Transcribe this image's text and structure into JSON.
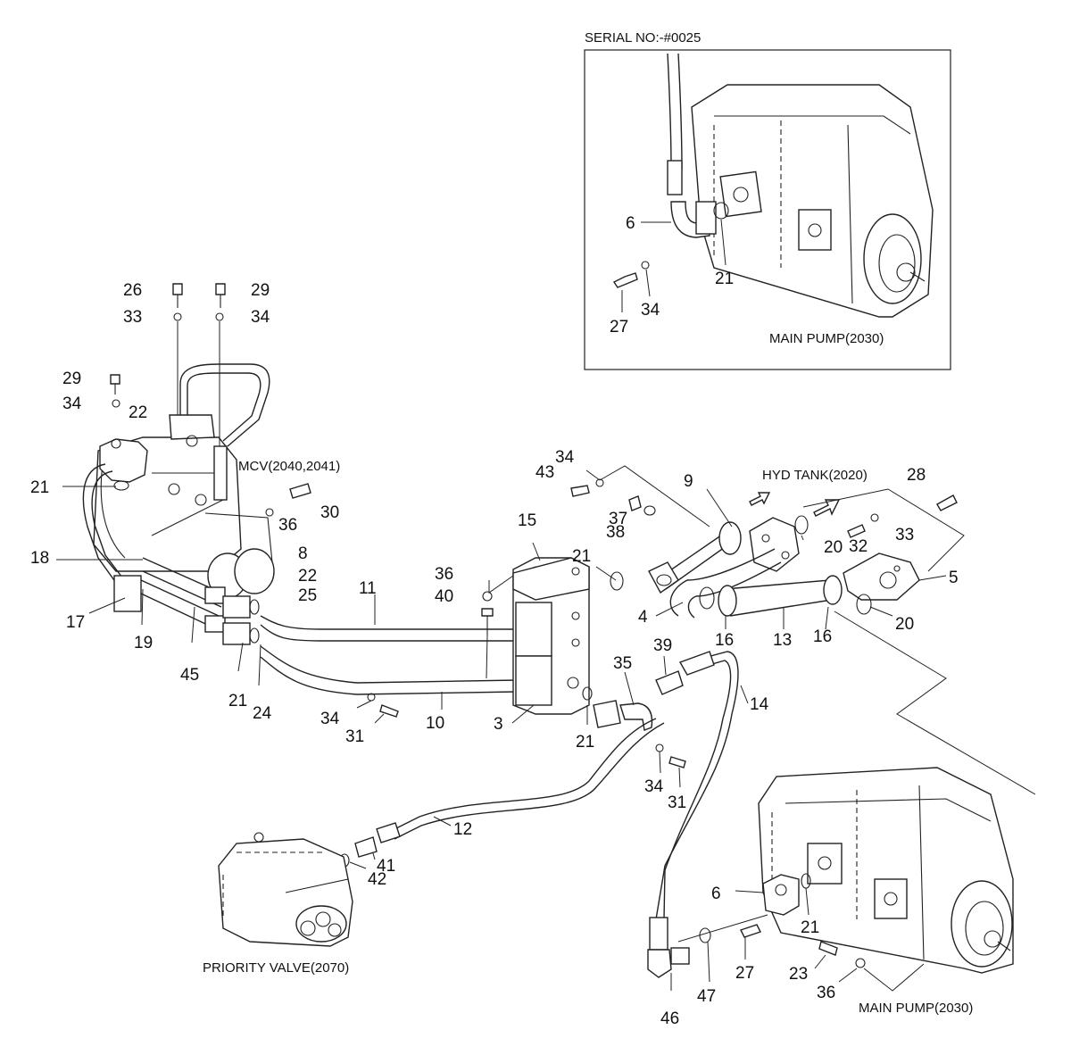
{
  "captions": {
    "serial": "SERIAL NO:-#0025",
    "main_pump_inset": "MAIN PUMP(2030)",
    "mcv": "MCV(2040,2041)",
    "hyd_tank": "HYD TANK(2020)",
    "priority_valve": "PRIORITY VALVE(2070)",
    "main_pump_lower": "MAIN PUMP(2030)"
  },
  "callouts": {
    "inset": [
      "6",
      "21",
      "27",
      "34"
    ],
    "mcv": [
      "26",
      "33",
      "29",
      "34",
      "29",
      "34",
      "22",
      "21",
      "30",
      "36",
      "18",
      "8",
      "22",
      "25",
      "17",
      "19",
      "45",
      "21",
      "24"
    ],
    "middle": [
      "34",
      "43",
      "9",
      "37",
      "38",
      "15",
      "21",
      "36",
      "40",
      "11",
      "34",
      "31",
      "10",
      "3",
      "21",
      "35",
      "39",
      "14",
      "34",
      "31",
      "12",
      "41",
      "42"
    ],
    "tank": [
      "28",
      "20",
      "32",
      "33",
      "5",
      "20",
      "4",
      "16",
      "13",
      "16"
    ],
    "lower_pump": [
      "6",
      "21",
      "27",
      "47",
      "46",
      "23",
      "36"
    ]
  }
}
